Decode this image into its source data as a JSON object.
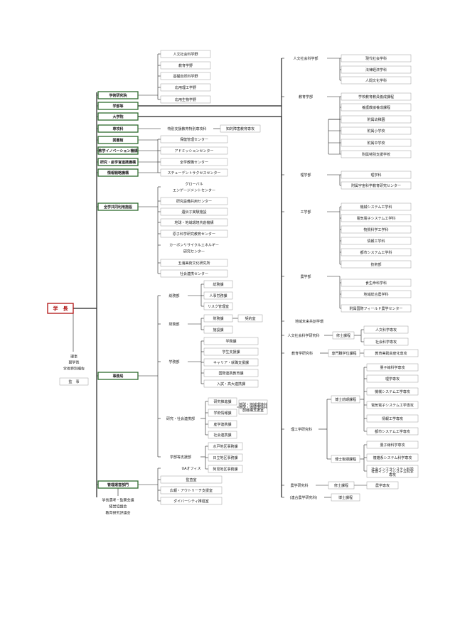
{
  "president": "学　長",
  "side_left": {
    "executives": [
      "理事",
      "副学長",
      "学長特別補佐"
    ],
    "auditor": "監　事"
  },
  "units": {
    "academic_institute": "学術研究院",
    "faculties": "学部等",
    "graduate_school": "大学院",
    "advanced_course": "専攻科",
    "library": "図書館",
    "edu_innovation": "教学イノベーション機構",
    "research_industry": "研究・産学官連携機構",
    "info_strategy": "情報戦略機構",
    "shared_facilities": "全学共同利用施設",
    "secretariat": "事務局",
    "mgmt_department": "管理運営部門"
  },
  "institute_fields": [
    "人文社会科学野",
    "教育学野",
    "基礎自然科学野",
    "応用理工学野",
    "応用生物学野"
  ],
  "advanced": {
    "course": "特別支援教育特別専攻科",
    "sub": "知的障害教育専攻"
  },
  "library_items": [
    "保健管理センター",
    "アドミッションセンター",
    "全学教職センター",
    "スチューデントサクセスセンター"
  ],
  "shared_items": [
    "グローバル",
    "エンゲージメントセンター",
    "研究設備共用センター",
    "遺伝子実験施設",
    "地球・地域環境共創機構",
    "原子科学研究教育センター",
    "カーボンリサイクルエネルギー",
    "研究センター",
    "五浦美術文化研究所",
    "社会連携センター"
  ],
  "secretariat_units": {
    "general": "総務部",
    "general_items": [
      "総務課",
      "人事労務課",
      "リスク管理室"
    ],
    "finance": "財務部",
    "finance_items": [
      "財務課",
      "施設課"
    ],
    "contract": "契約室",
    "student": "学務部",
    "student_items": [
      "学務課",
      "学生支援課",
      "キャリア・就職支援課",
      "国際連携教育課",
      "入試・高大連携課"
    ],
    "research": "研究・社会連携部",
    "research_items": [
      "研究推進課",
      "学術情報課",
      "産学連携課",
      "社会連携課"
    ],
    "regional_support": [
      "地球・地域環境共",
      "創機構支援室"
    ],
    "campus": "学部等支援部",
    "campus_items": [
      "水戸地区事務課",
      "日立地区事務課",
      "阿見地区事務課"
    ]
  },
  "mgmt_items": [
    "UAオフィス",
    "監査室",
    "広報・アウトリーチ支援室",
    "ダイバーシティ推進室"
  ],
  "councils": [
    "学長選考・監察会議",
    "経営協議会",
    "教育研究評議会"
  ],
  "humanities_faculty": {
    "name": "人文社会科学部",
    "depts": [
      "現代社会学科",
      "法律経済学科",
      "人間文化学科"
    ]
  },
  "education_faculty": {
    "name": "教育学部",
    "depts": [
      "学校教育教員養成課程",
      "養護教諭養成課程",
      "附属幼稚園",
      "附属小学校",
      "附属中学校",
      "附属特別支援学校"
    ]
  },
  "science_faculty": {
    "name": "理学部",
    "depts": [
      "理学科",
      "附属宇宙科学教育研究センター"
    ]
  },
  "engineering_faculty": {
    "name": "工学部",
    "depts": [
      "機械システム工学科",
      "電気電子システム工学科",
      "物質科学工学科",
      "情報工学科",
      "都市システム工学科",
      "技術部"
    ]
  },
  "agriculture_faculty": {
    "name": "農学部",
    "depts": [
      "食生命科学科",
      "地域総合農学科",
      "附属国際フィールド農学センター"
    ]
  },
  "regional_program": "地域未来共創学環",
  "graduate": {
    "humanities": {
      "name": "人文社会科学研究科",
      "course": "修士課程",
      "majors": [
        "人文科学専攻",
        "社会科学専攻"
      ]
    },
    "education": {
      "name": "教育学研究科",
      "course": "専門職学位課程",
      "majors": [
        "教育実践高度化専攻"
      ]
    },
    "science_eng": {
      "name": "理工学研究科",
      "master": "博士前期課程",
      "master_majors": [
        "量子線科学専攻",
        "理学専攻",
        "機械システム工学専攻",
        "電気電子システム工学専攻",
        "情報工学専攻",
        "都市システム工学専攻"
      ],
      "doctor": "博士後期課程",
      "doctor_majors": [
        "量子線科学専攻",
        "複雑系システム科学専攻",
        "社会インフラシステム科学",
        "専攻"
      ]
    },
    "agriculture": {
      "name": "農学研究科",
      "course": "修士課程",
      "majors": [
        "農学専攻"
      ]
    },
    "united_agri": {
      "name": "(連合農学研究科)",
      "course": "博士課程"
    }
  }
}
